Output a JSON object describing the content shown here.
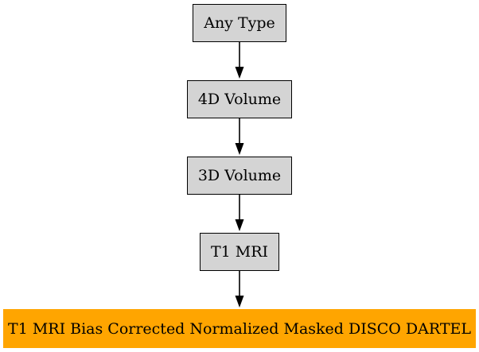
{
  "diagram": {
    "type": "flowchart",
    "direction": "top-to-bottom",
    "nodes": [
      {
        "id": "any-type",
        "label": "Any Type",
        "fill": "#d4d4d4",
        "highlighted": false
      },
      {
        "id": "4d-volume",
        "label": "4D Volume",
        "fill": "#d4d4d4",
        "highlighted": false
      },
      {
        "id": "3d-volume",
        "label": "3D Volume",
        "fill": "#d4d4d4",
        "highlighted": false
      },
      {
        "id": "t1-mri",
        "label": "T1 MRI",
        "fill": "#d4d4d4",
        "highlighted": false
      },
      {
        "id": "t1-mri-disco-dartel",
        "label": "T1 MRI Bias Corrected Normalized Masked DISCO DARTEL",
        "fill": "#ffa500",
        "highlighted": true
      }
    ],
    "edges": [
      {
        "from": "any-type",
        "to": "4d-volume"
      },
      {
        "from": "4d-volume",
        "to": "3d-volume"
      },
      {
        "from": "3d-volume",
        "to": "t1-mri"
      },
      {
        "from": "t1-mri",
        "to": "t1-mri-disco-dartel"
      }
    ],
    "colors": {
      "node_fill": "#d4d4d4",
      "node_border": "#000000",
      "highlight_fill": "#ffa500",
      "edge": "#000000",
      "text": "#000000",
      "background": "#ffffff"
    }
  }
}
